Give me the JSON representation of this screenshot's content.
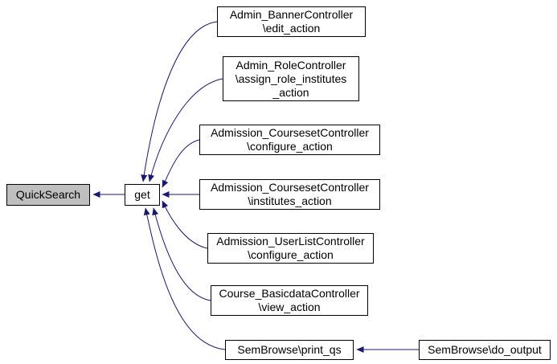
{
  "colors": {
    "edge": "#191970",
    "node_border": "#000000",
    "node_bg": "#ffffff",
    "highlight_bg": "#bfbfbf",
    "text": "#000000"
  },
  "nodes": {
    "quicksearch": {
      "lines": [
        "QuickSearch"
      ]
    },
    "get": {
      "lines": [
        "get"
      ]
    },
    "admin_banner": {
      "lines": [
        "Admin_BannerController",
        "\\edit_action"
      ]
    },
    "admin_role": {
      "lines": [
        "Admin_RoleController",
        "\\assign_role_institutes",
        "_action"
      ]
    },
    "admission_courseset_configure": {
      "lines": [
        "Admission_CoursesetController",
        "\\configure_action"
      ]
    },
    "admission_courseset_institutes": {
      "lines": [
        "Admission_CoursesetController",
        "\\institutes_action"
      ]
    },
    "admission_userlist_configure": {
      "lines": [
        "Admission_UserListController",
        "\\configure_action"
      ]
    },
    "course_basicdata_view": {
      "lines": [
        "Course_BasicdataController",
        "\\view_action"
      ]
    },
    "sembrowse_print_qs": {
      "lines": [
        "SemBrowse\\print_qs"
      ]
    },
    "sembrowse_do_output": {
      "lines": [
        "SemBrowse\\do_output"
      ]
    }
  }
}
